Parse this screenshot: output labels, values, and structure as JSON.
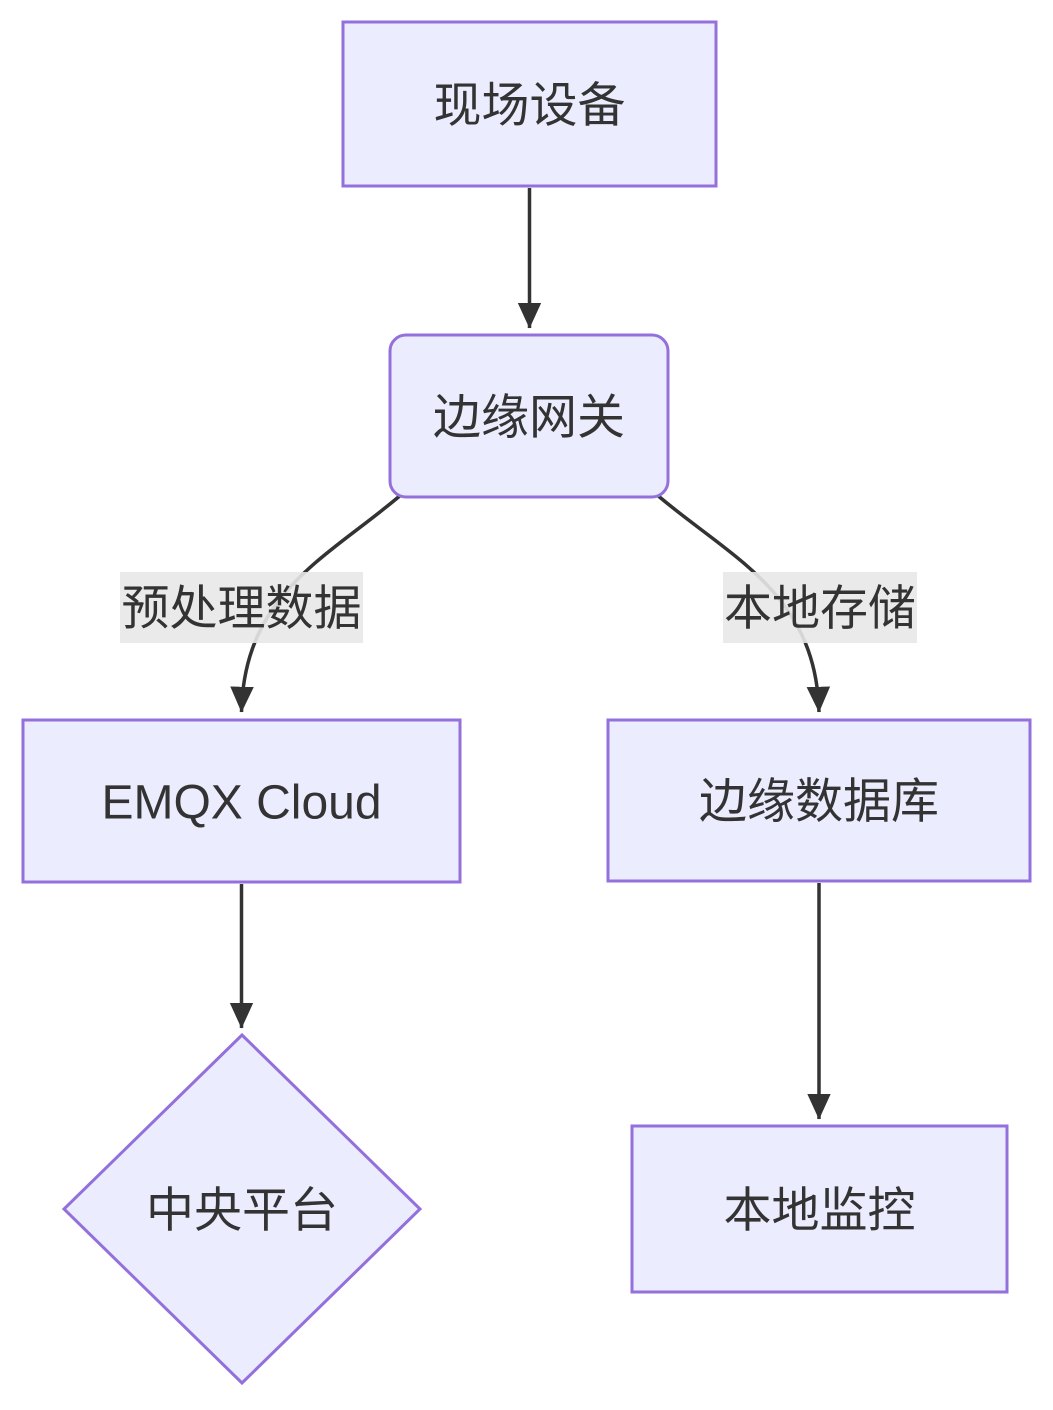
{
  "diagram": {
    "type": "flowchart",
    "direction": "top-down",
    "nodes": [
      {
        "id": "field-devices",
        "label": "现场设备",
        "shape": "rectangle"
      },
      {
        "id": "edge-gateway",
        "label": "边缘网关",
        "shape": "rounded-rectangle"
      },
      {
        "id": "emqx-cloud",
        "label": "EMQX Cloud",
        "shape": "rectangle"
      },
      {
        "id": "edge-database",
        "label": "边缘数据库",
        "shape": "rectangle"
      },
      {
        "id": "central-platform",
        "label": "中央平台",
        "shape": "diamond"
      },
      {
        "id": "local-monitoring",
        "label": "本地监控",
        "shape": "rectangle"
      }
    ],
    "edges": [
      {
        "from": "field-devices",
        "to": "edge-gateway",
        "label": ""
      },
      {
        "from": "edge-gateway",
        "to": "emqx-cloud",
        "label": "预处理数据"
      },
      {
        "from": "edge-gateway",
        "to": "edge-database",
        "label": "本地存储"
      },
      {
        "from": "emqx-cloud",
        "to": "central-platform",
        "label": ""
      },
      {
        "from": "edge-database",
        "to": "local-monitoring",
        "label": ""
      }
    ],
    "colors": {
      "node_fill": "#ECECFF",
      "node_border": "#9370DB",
      "edge_stroke": "#333333",
      "arrowhead": "#333333",
      "text": "#333333",
      "edge_label_background": "#e8e8e8",
      "background": "#ffffff"
    }
  }
}
